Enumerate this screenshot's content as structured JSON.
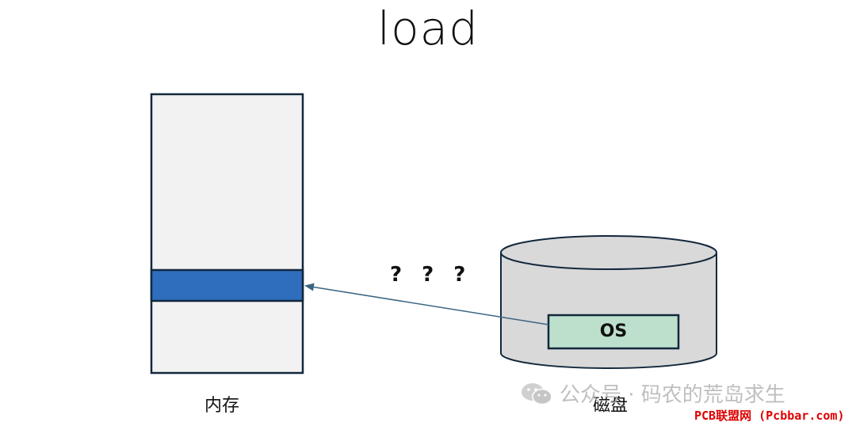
{
  "title": "load",
  "memory": {
    "label": "内存"
  },
  "disk": {
    "label": "磁盘",
    "block_label": "OS"
  },
  "arrow_annotation": "? ? ?",
  "watermark": {
    "text": "公众号 · 码农的荒岛求生",
    "icon": "wechat-icon"
  },
  "banner": {
    "text": "PCB联盟网 (Pcbbar.com)"
  },
  "colors": {
    "memory_fill": "#f2f2f2",
    "memory_highlight": "#2f6dbd",
    "disk_fill": "#d9d9d9",
    "os_fill": "#bde0cc",
    "outline": "#12283d",
    "arrow": "#3a6582",
    "banner_text": "#e00000"
  }
}
